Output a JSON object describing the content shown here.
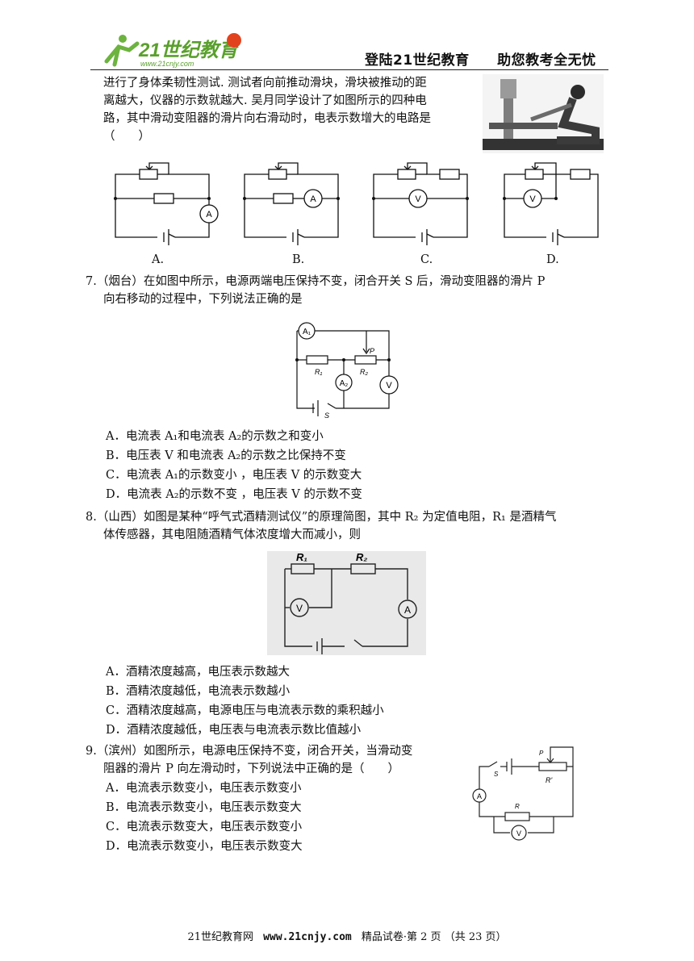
{
  "header": {
    "logo_text": "21世纪教育",
    "logo_url_text": "www.21cnjy.com",
    "slogan_left": "登陆21世纪教育",
    "slogan_right": "助您教考全无忧"
  },
  "q6": {
    "lines": [
      "进行了身体柔韧性测试. 测试者向前推动滑块，滑块被推动的距",
      "离越大，仪器的示数就越大. 吴月同学设计了如图所示的四种电",
      "路，其中滑动变阻器的滑片向右滑动时，电表示数增大的电路是",
      "（　　）"
    ],
    "options": [
      "A.",
      "B.",
      "C.",
      "D."
    ],
    "meter_labels": [
      "A",
      "A",
      "V",
      "V"
    ]
  },
  "q7": {
    "stem_line1": "7.（烟台）在如图中所示，电源两端电压保持不变，闭合开关 S 后，滑动变阻器的滑片 P",
    "stem_line2": "向右移动的过程中，下列说法正确的是",
    "figure_labels": {
      "a1": "A₁",
      "a2": "A₂",
      "v": "V",
      "p": "P",
      "r1": "R₁",
      "r2": "R₂",
      "s": "S"
    },
    "options": [
      "A．电流表 A₁和电流表 A₂的示数之和变小",
      "B．电压表 V 和电流表 A₂的示数之比保持不变",
      "C．电流表 A₁的示数变小 ，电压表 V 的示数变大",
      "D．电流表 A₂的示数不变 ，电压表 V 的示数不变"
    ]
  },
  "q8": {
    "stem_line1": "8.（山西）如图是某种“呼气式酒精测试仪”的原理简图，其中 R₂ 为定值电阻，R₁ 是酒精气",
    "stem_line2": "体传感器，其电阻随酒精气体浓度增大而减小，则",
    "figure_labels": {
      "r1": "R₁",
      "r2": "R₂",
      "v": "V",
      "a": "A"
    },
    "options": [
      "A．酒精浓度越高，电压表示数越大",
      "B．酒精浓度越低，电流表示数越小",
      "C．酒精浓度越高，电源电压与电流表示数的乘积越小",
      "D．酒精浓度越低，电压表与电流表示数比值越小"
    ]
  },
  "q9": {
    "stem_line1": "9.（滨州）如图所示，电源电压保持不变，闭合开关，当滑动变",
    "stem_line2": "阻器的滑片 P 向左滑动时，下列说法中正确的是（　　）",
    "figure_labels": {
      "s": "S",
      "p": "P",
      "rp": "R'",
      "r": "R",
      "a": "A",
      "v": "V"
    },
    "options": [
      "A．电流表示数变小，电压表示数变小",
      "B．电流表示数变小，电压表示数变大",
      "C．电流表示数变大，电压表示数变小",
      "D．电流表示数变小，电压表示数变大"
    ]
  },
  "footer": {
    "site": "21世纪教育网",
    "url": "www.21cnjy.com",
    "tail": "精品试卷·第 2 页 （共 23 页）"
  }
}
